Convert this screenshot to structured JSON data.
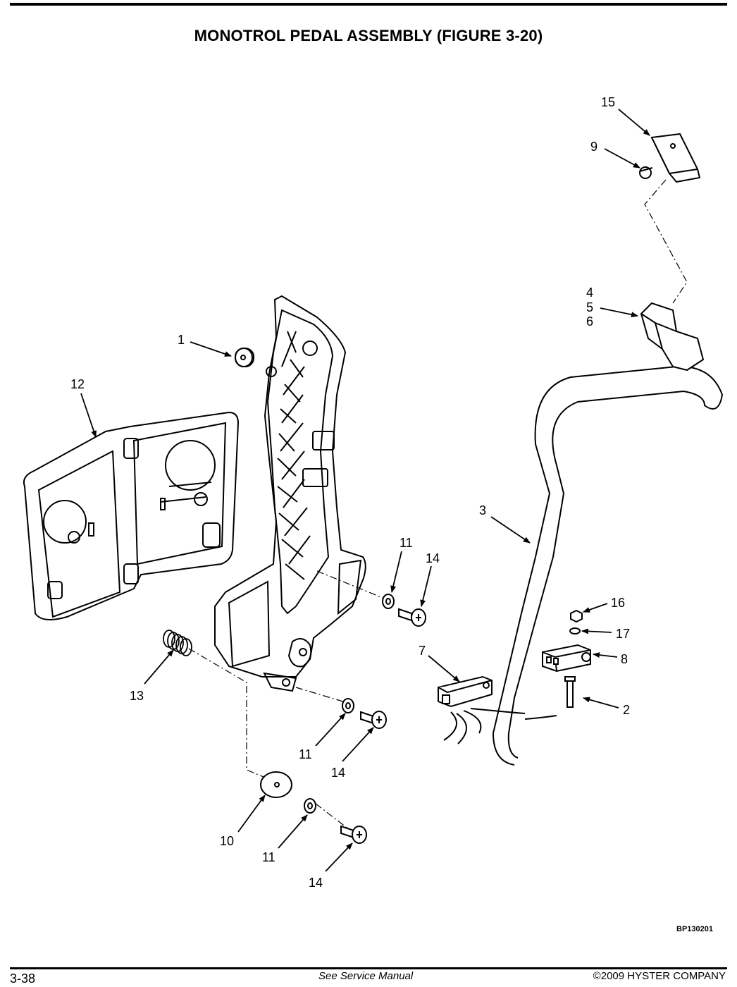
{
  "page": {
    "title": "MONOTROL PEDAL ASSEMBLY (FIGURE 3-20)",
    "figure_code": "BP130201",
    "page_number": "3-38",
    "footnote": "See Service Manual",
    "copyright": "©2009 HYSTER COMPANY"
  },
  "callouts": {
    "c1": "1",
    "c2": "2",
    "c3": "3",
    "c4": "4",
    "c5": "5",
    "c6": "6",
    "c7": "7",
    "c8": "8",
    "c9": "9",
    "c10": "10",
    "c11a": "11",
    "c11b": "11",
    "c11c": "11",
    "c12": "12",
    "c13": "13",
    "c14a": "14",
    "c14b": "14",
    "c14c": "14",
    "c15": "15",
    "c16": "16",
    "c17": "17"
  }
}
